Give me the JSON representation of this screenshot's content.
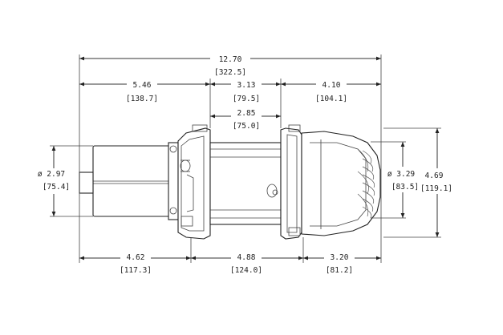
{
  "dimensions": {
    "overall_length": {
      "in": "12.70",
      "mm": "[322.5]"
    },
    "motor_side": {
      "in": "5.46",
      "mm": "[138.7]"
    },
    "drum_span": {
      "in": "3.13",
      "mm": "[79.5]"
    },
    "gear_side": {
      "in": "4.10",
      "mm": "[104.1]"
    },
    "drum_length": {
      "in": "2.85",
      "mm": "[75.0]"
    },
    "motor_diameter": {
      "in": "ø 2.97",
      "mm": "[75.4]"
    },
    "gear_diameter": {
      "in": "ø 3.29",
      "mm": "[83.5]"
    },
    "overall_height": {
      "in": "4.69",
      "mm": "[119.1]"
    },
    "mount_left": {
      "in": "4.62",
      "mm": "[117.3]"
    },
    "mount_center": {
      "in": "4.88",
      "mm": "[124.0]"
    },
    "mount_right": {
      "in": "3.20",
      "mm": "[81.2]"
    }
  }
}
